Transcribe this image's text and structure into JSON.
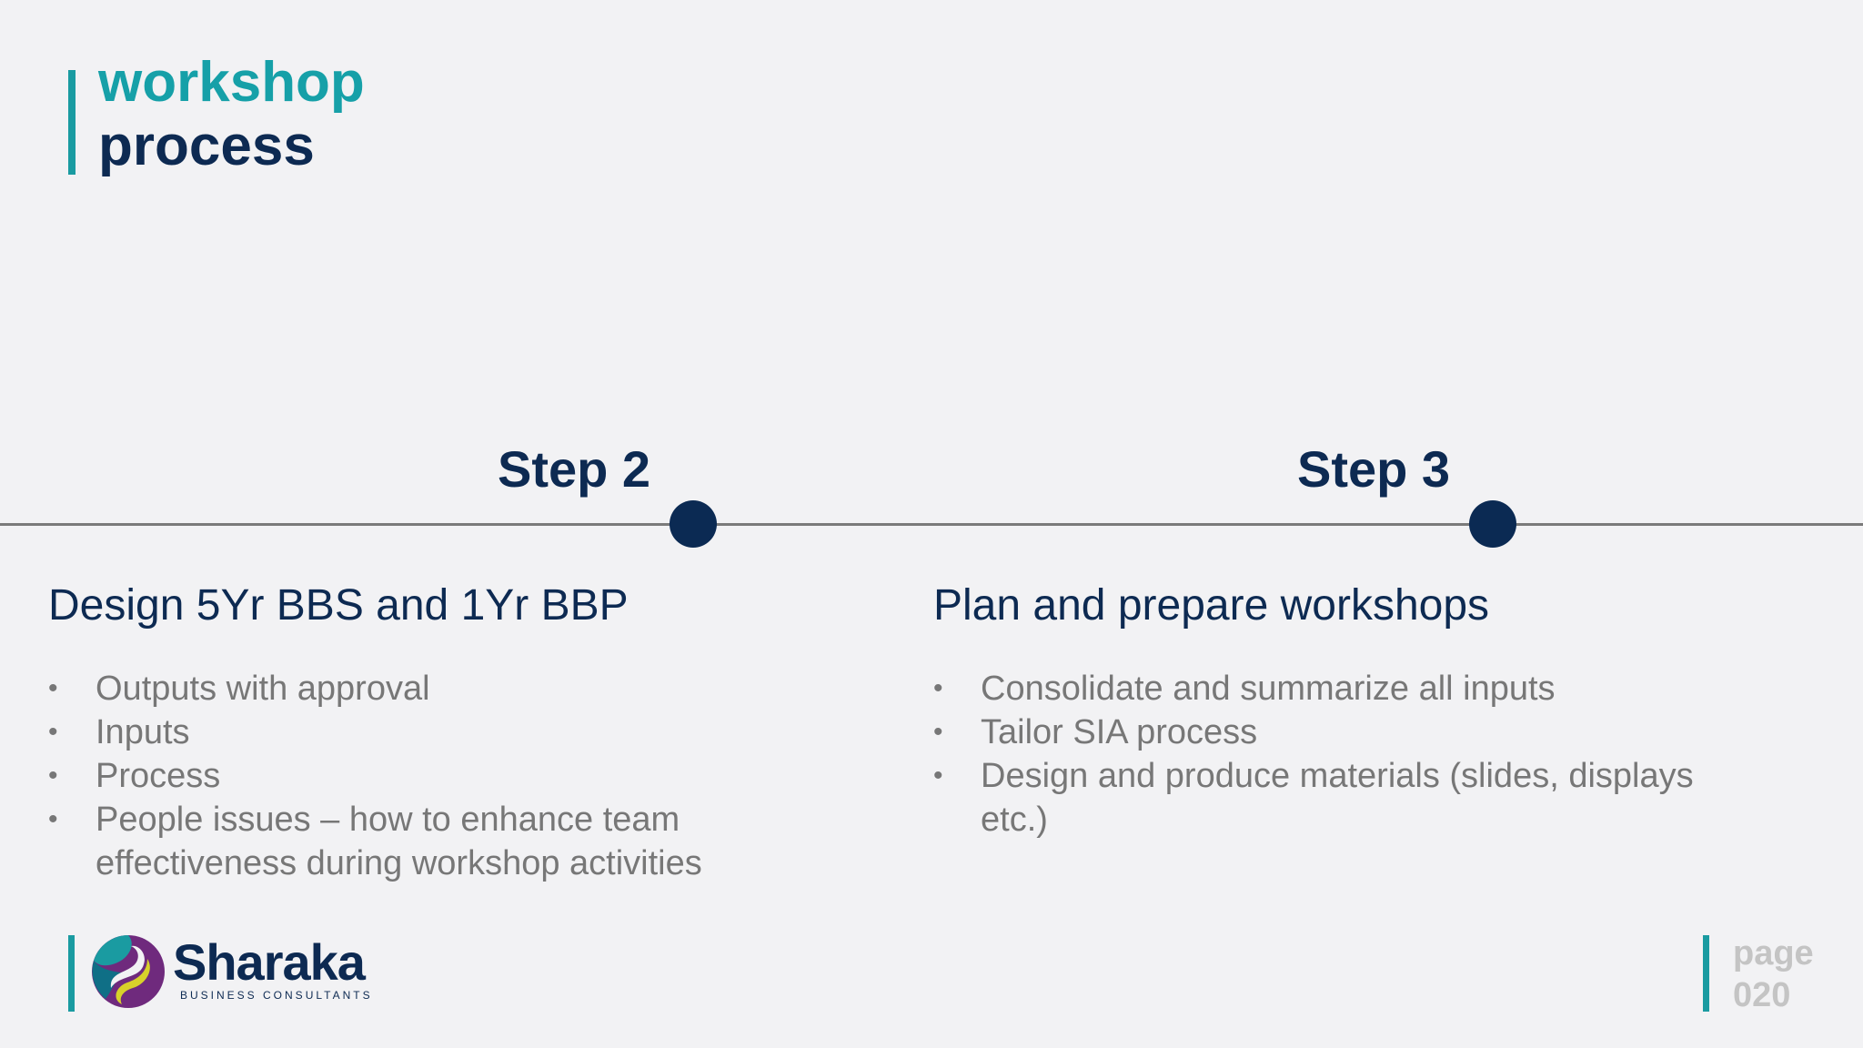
{
  "title": {
    "line1": "workshop",
    "line2": "process"
  },
  "timeline": {
    "steps": [
      {
        "label": "Step 2",
        "heading": "Design 5Yr BBS and 1Yr BBP",
        "bullets": [
          "Outputs with approval",
          "Inputs",
          "Process",
          "People issues – how to enhance team effectiveness during workshop activities"
        ]
      },
      {
        "label": "Step 3",
        "heading": "Plan and prepare workshops",
        "bullets": [
          "Consolidate and summarize all inputs",
          "Tailor SIA process",
          "Design and produce materials (slides, displays etc.)"
        ]
      }
    ]
  },
  "logo": {
    "name": "Sharaka",
    "tagline": "BUSINESS CONSULTANTS"
  },
  "page": {
    "label": "page",
    "number": "020"
  },
  "colors": {
    "accent_teal": "#1a9ba1",
    "navy": "#0d2a52",
    "body_gray": "#777777",
    "page_gray": "#c4c4c4",
    "background": "#f2f2f4"
  },
  "icons": {
    "bullet": "•",
    "logo_mark": "sharaka-logo-icon"
  }
}
